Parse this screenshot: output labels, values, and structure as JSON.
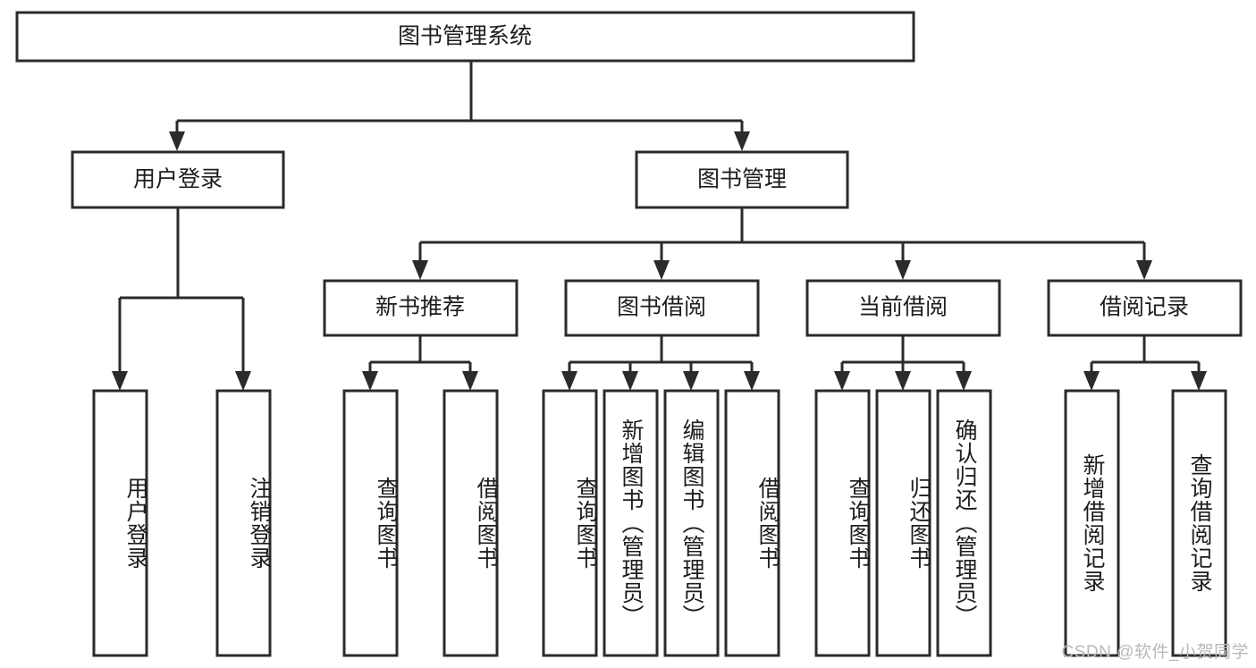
{
  "diagram": {
    "title": "图书管理系统",
    "type": "tree-hierarchy-chart",
    "root": {
      "id": "root",
      "label": "图书管理系统"
    },
    "level2": [
      {
        "id": "user-login",
        "label": "用户登录"
      },
      {
        "id": "book-management",
        "label": "图书管理"
      }
    ],
    "level3": [
      {
        "id": "new-book-recommend",
        "label": "新书推荐",
        "parent": "book-management"
      },
      {
        "id": "book-borrow",
        "label": "图书借阅",
        "parent": "book-management"
      },
      {
        "id": "current-borrow",
        "label": "当前借阅",
        "parent": "book-management"
      },
      {
        "id": "borrow-record",
        "label": "借阅记录",
        "parent": "book-management"
      }
    ],
    "leaves": {
      "user_login": [
        {
          "id": "leaf-user-login",
          "label": "用户登录"
        },
        {
          "id": "leaf-logout-login",
          "label": "注销登录"
        }
      ],
      "new_book_recommend": [
        {
          "id": "leaf-query-book-1",
          "label": "查询图书"
        },
        {
          "id": "leaf-borrow-book-1",
          "label": "借阅图书"
        }
      ],
      "book_borrow": [
        {
          "id": "leaf-query-book-2",
          "label": "查询图书"
        },
        {
          "id": "leaf-add-book",
          "label": "新增图书（管理员）"
        },
        {
          "id": "leaf-edit-book",
          "label": "编辑图书（管理员）"
        },
        {
          "id": "leaf-borrow-book-2",
          "label": "借阅图书"
        }
      ],
      "current_borrow": [
        {
          "id": "leaf-query-book-3",
          "label": "查询图书"
        },
        {
          "id": "leaf-return-book",
          "label": "归还图书"
        },
        {
          "id": "leaf-confirm-return",
          "label": "确认归还（管理员）"
        }
      ],
      "borrow_record": [
        {
          "id": "leaf-add-borrow-record",
          "label": "新增借阅记录"
        },
        {
          "id": "leaf-query-borrow-record",
          "label": "查询借阅记录"
        }
      ]
    }
  },
  "watermark": {
    "text": "CSDN @软件_小贺同学"
  },
  "colors": {
    "stroke": "#2b2b2b",
    "fill": "#ffffff",
    "text": "#1d1d1d",
    "watermark": "#b9b9b9"
  }
}
